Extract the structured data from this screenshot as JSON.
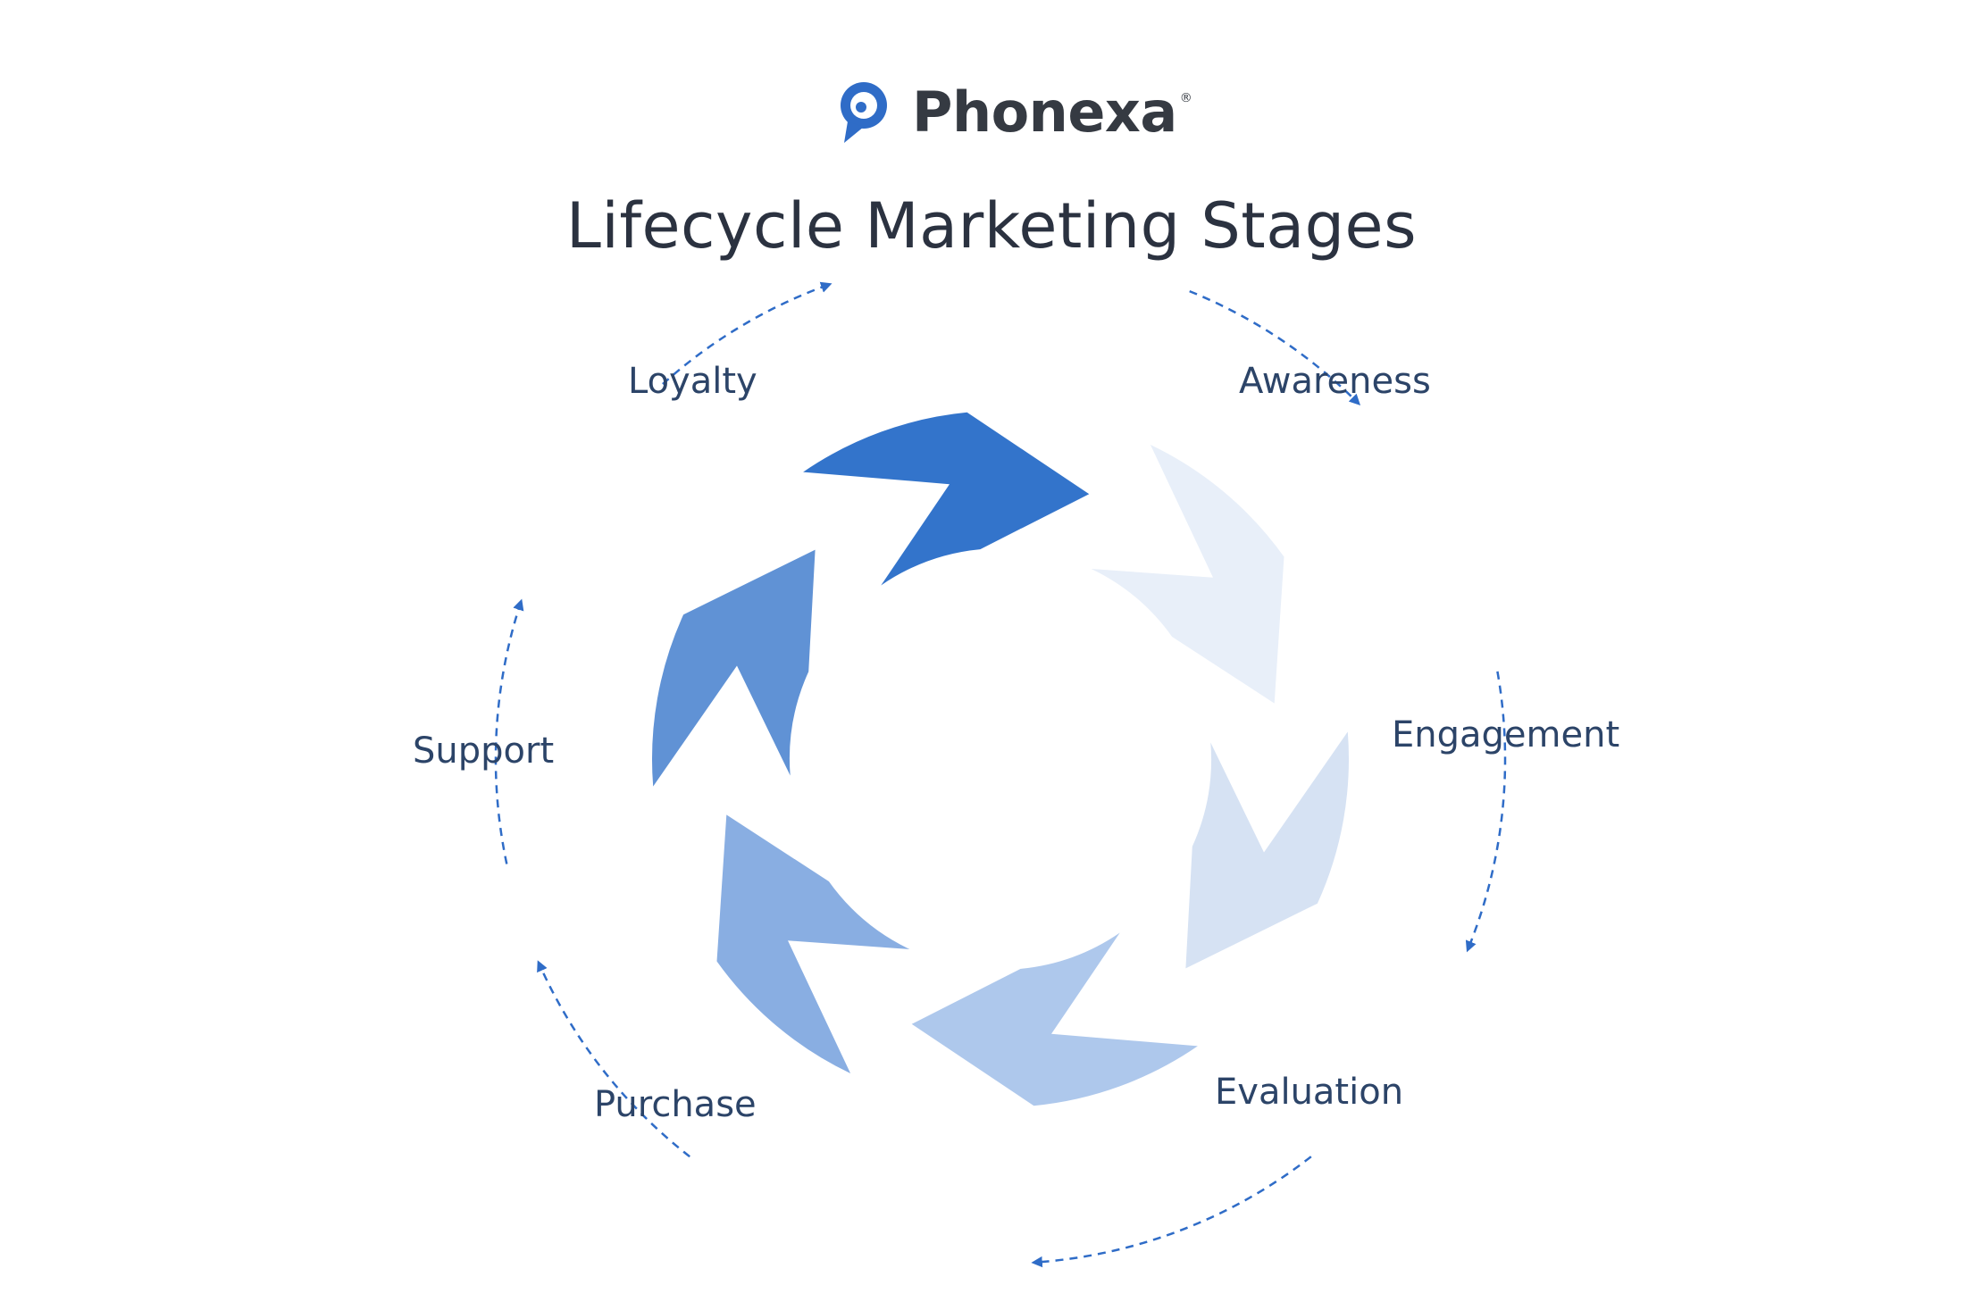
{
  "brand": {
    "name": "Phonexa",
    "registered": "®",
    "icon": "chat-pin-icon"
  },
  "title": "Lifecycle Marketing Stages",
  "stages": [
    {
      "id": "awareness",
      "label": "Awareness",
      "color": "#e8eff9"
    },
    {
      "id": "engagement",
      "label": "Engagement",
      "color": "#d6e2f3"
    },
    {
      "id": "evaluation",
      "label": "Evaluation",
      "color": "#aec8ec"
    },
    {
      "id": "purchase",
      "label": "Purchase",
      "color": "#89aee2"
    },
    {
      "id": "support",
      "label": "Support",
      "color": "#6092d5"
    },
    {
      "id": "loyalty",
      "label": "Loyalty",
      "color": "#3374cb"
    }
  ],
  "colors": {
    "accent": "#2f6cc7",
    "text": "#2c4468",
    "title": "#2b3240"
  }
}
